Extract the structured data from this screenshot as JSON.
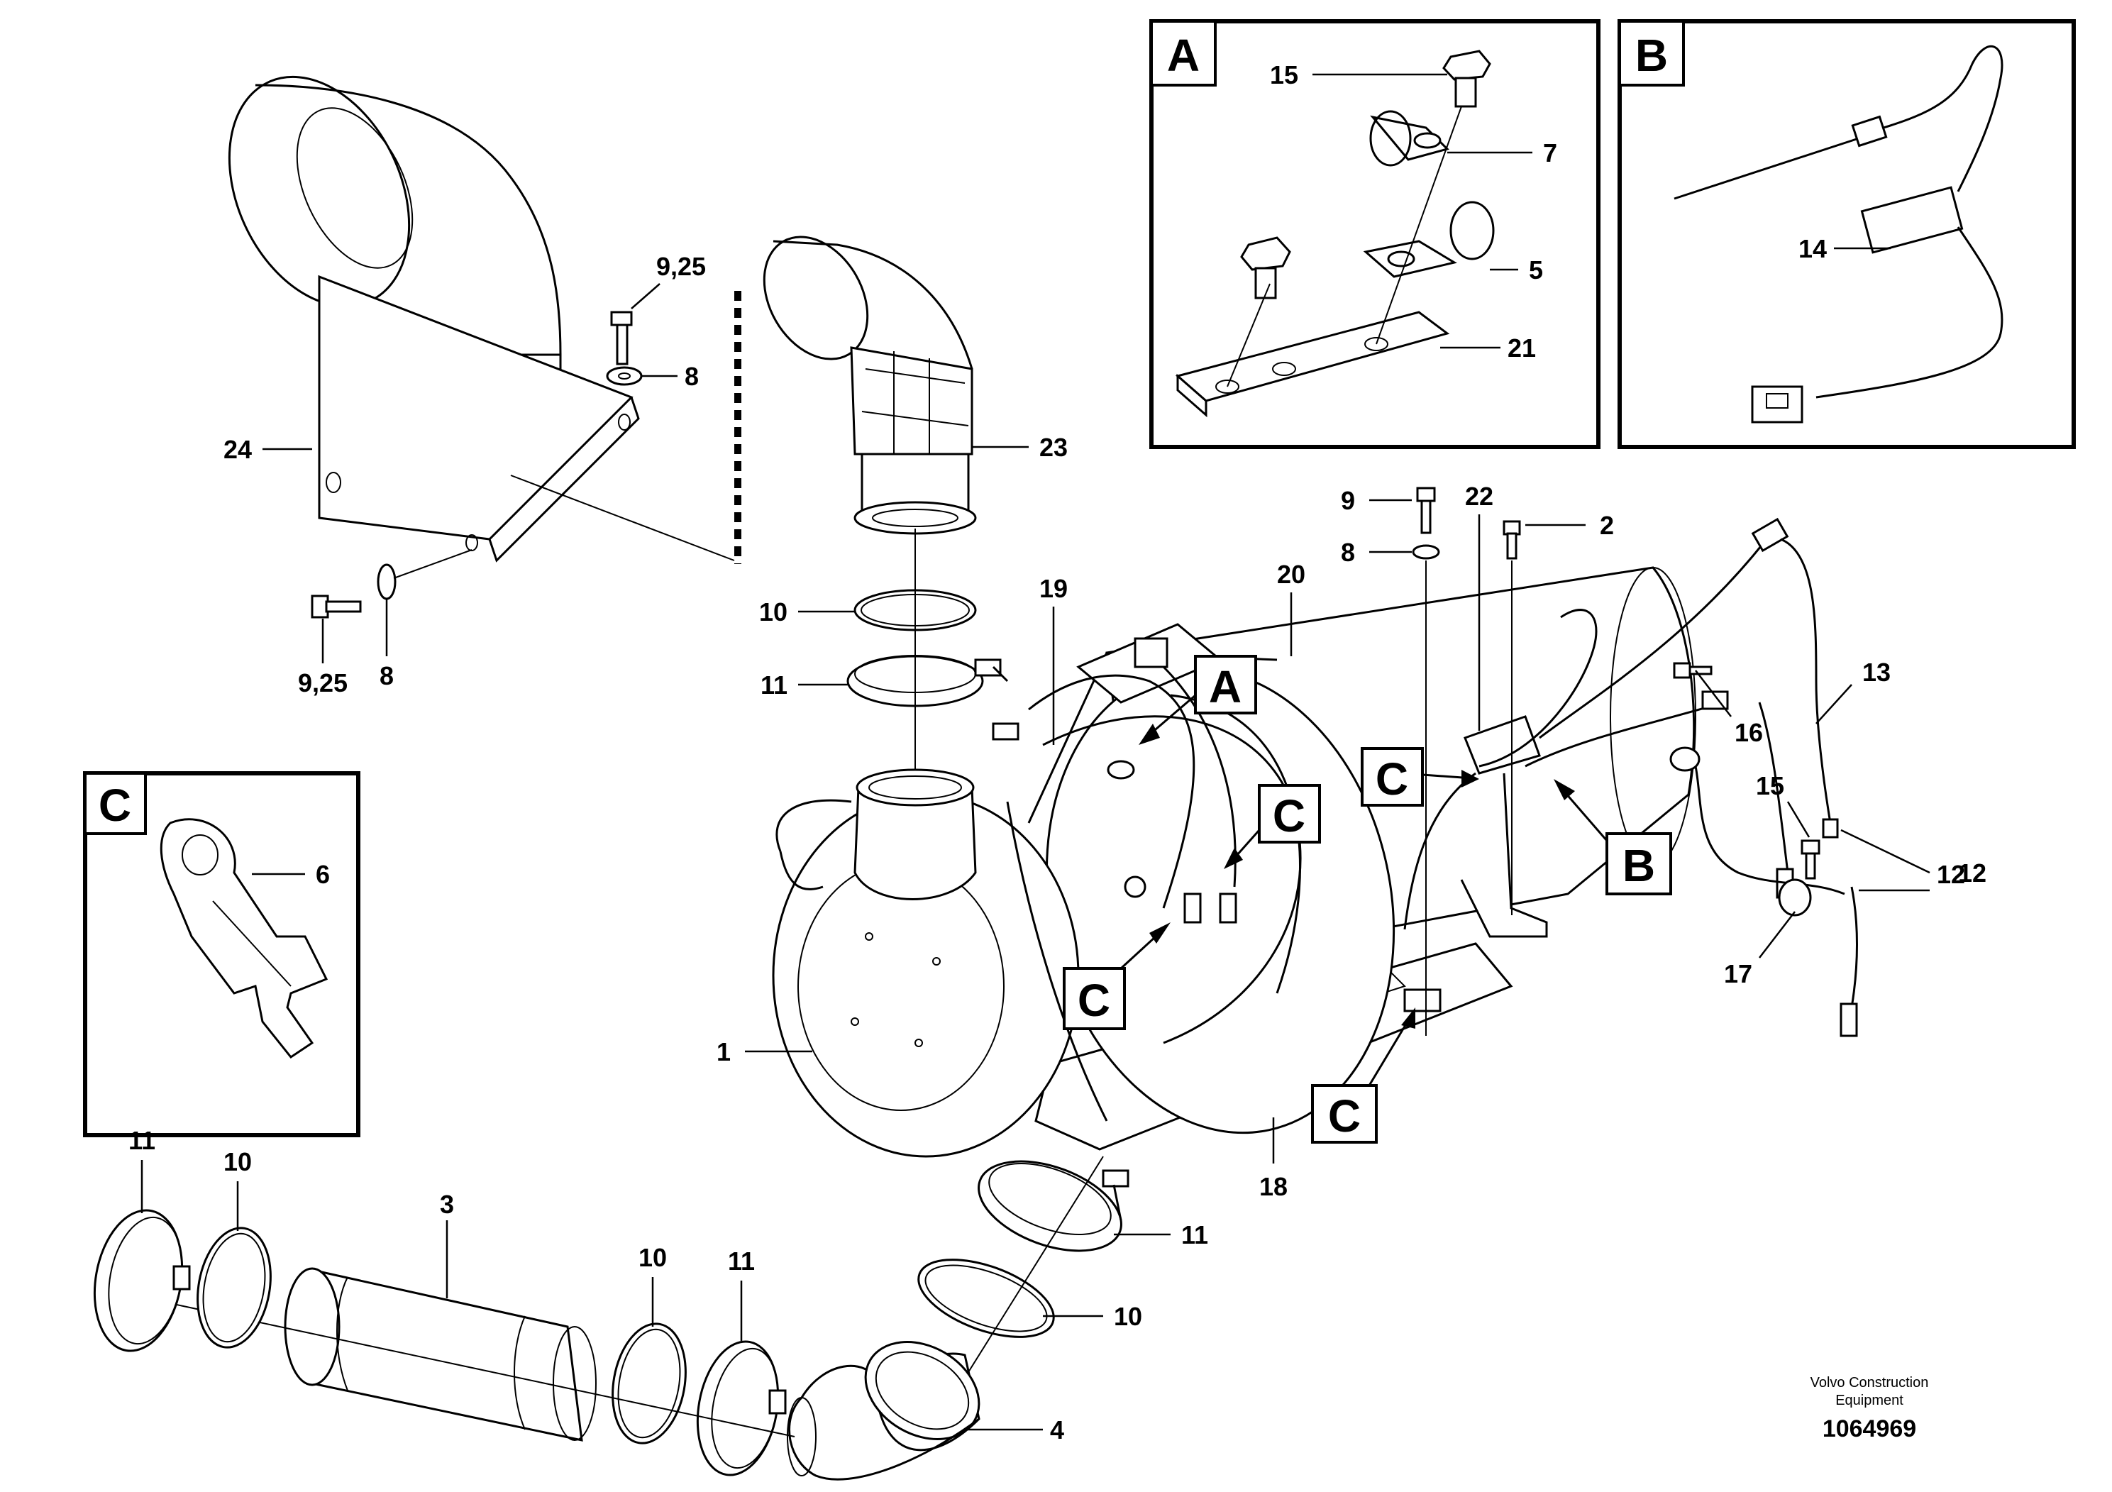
{
  "diagram_id": "1064969",
  "manufacturer_line1": "Volvo Construction",
  "manufacturer_line2": "Equipment",
  "detail_views": {
    "a": {
      "letter": "A",
      "labels": [
        "15",
        "7",
        "5",
        "21"
      ]
    },
    "b": {
      "letter": "B",
      "labels": [
        "14"
      ]
    },
    "c": {
      "letter": "C",
      "labels": [
        "6"
      ]
    }
  },
  "callout_tags": [
    "A",
    "C",
    "C",
    "C",
    "C",
    "B"
  ],
  "part_labels": {
    "p24": "24",
    "p9_25_top": "9,25",
    "p8_top": "8",
    "p9_25_bottom": "9,25",
    "p8_bottom": "8",
    "p23": "23",
    "p10_top": "10",
    "p11_top": "11",
    "p19": "19",
    "p20": "20",
    "p9_right": "9",
    "p8_right": "8",
    "p22": "22",
    "p2": "2",
    "p13": "13",
    "p16": "16",
    "p15": "15",
    "p12_top": "12",
    "p12_bottom": "12",
    "p17": "17",
    "p1": "1",
    "p18": "18",
    "p11_mid": "11",
    "p10_mid": "10",
    "p4": "4",
    "p3": "3",
    "p11_left": "11",
    "p10_left": "10",
    "p10_center": "10",
    "p11_center": "11"
  }
}
